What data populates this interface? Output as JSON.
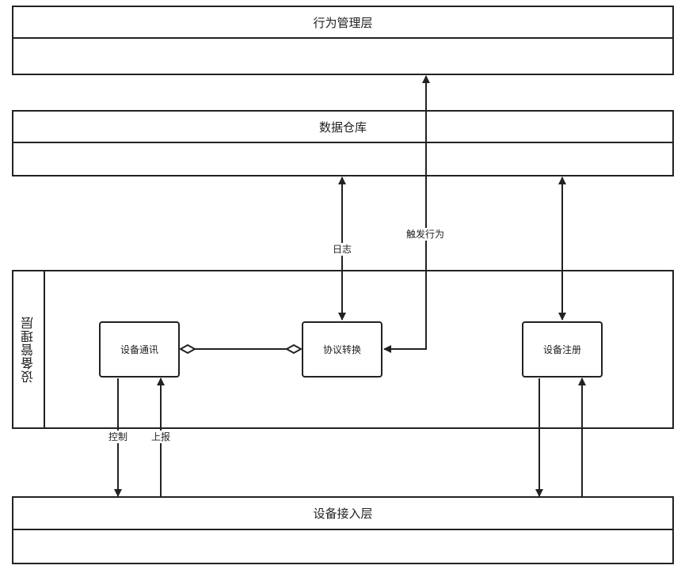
{
  "layers": {
    "behavior": "行为管理层",
    "warehouse": "数据仓库",
    "device_mgmt": "设备管理层",
    "access": "设备接入层"
  },
  "nodes": {
    "comm": "设备通讯",
    "protocol": "协议转换",
    "register": "设备注册"
  },
  "edge_labels": {
    "log": "日志",
    "trigger": "触发行为",
    "control": "控制",
    "report": "上报"
  }
}
